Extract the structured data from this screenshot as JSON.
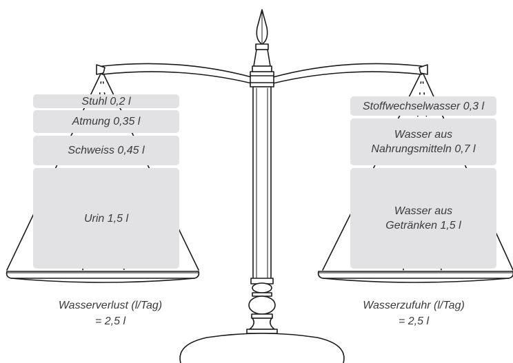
{
  "left_pan": {
    "items": [
      {
        "label": "Stuhl 0,2 l",
        "volume_l": 0.2
      },
      {
        "label": "Atmung 0,35 l",
        "volume_l": 0.35
      },
      {
        "label": "Schweiss 0,45 l",
        "volume_l": 0.45
      },
      {
        "label": "Urin 1,5 l",
        "volume_l": 1.5
      }
    ],
    "caption": "Wasserverlust (l/Tag)\n= 2,5 l"
  },
  "right_pan": {
    "items": [
      {
        "label": "Stoffwechselwasser 0,3 l",
        "volume_l": 0.3
      },
      {
        "label": "Wasser aus\nNahrungsmitteln 0,7 l",
        "volume_l": 0.7
      },
      {
        "label": "Wasser aus\nGetränken 1,5 l",
        "volume_l": 1.5
      }
    ],
    "caption": "Wasserzufuhr (l/Tag)\n= 2,5 l"
  },
  "colors": {
    "box_fill": "#e2e2e4",
    "ink": "#1a1a1a",
    "text": "#3a3a3a"
  }
}
